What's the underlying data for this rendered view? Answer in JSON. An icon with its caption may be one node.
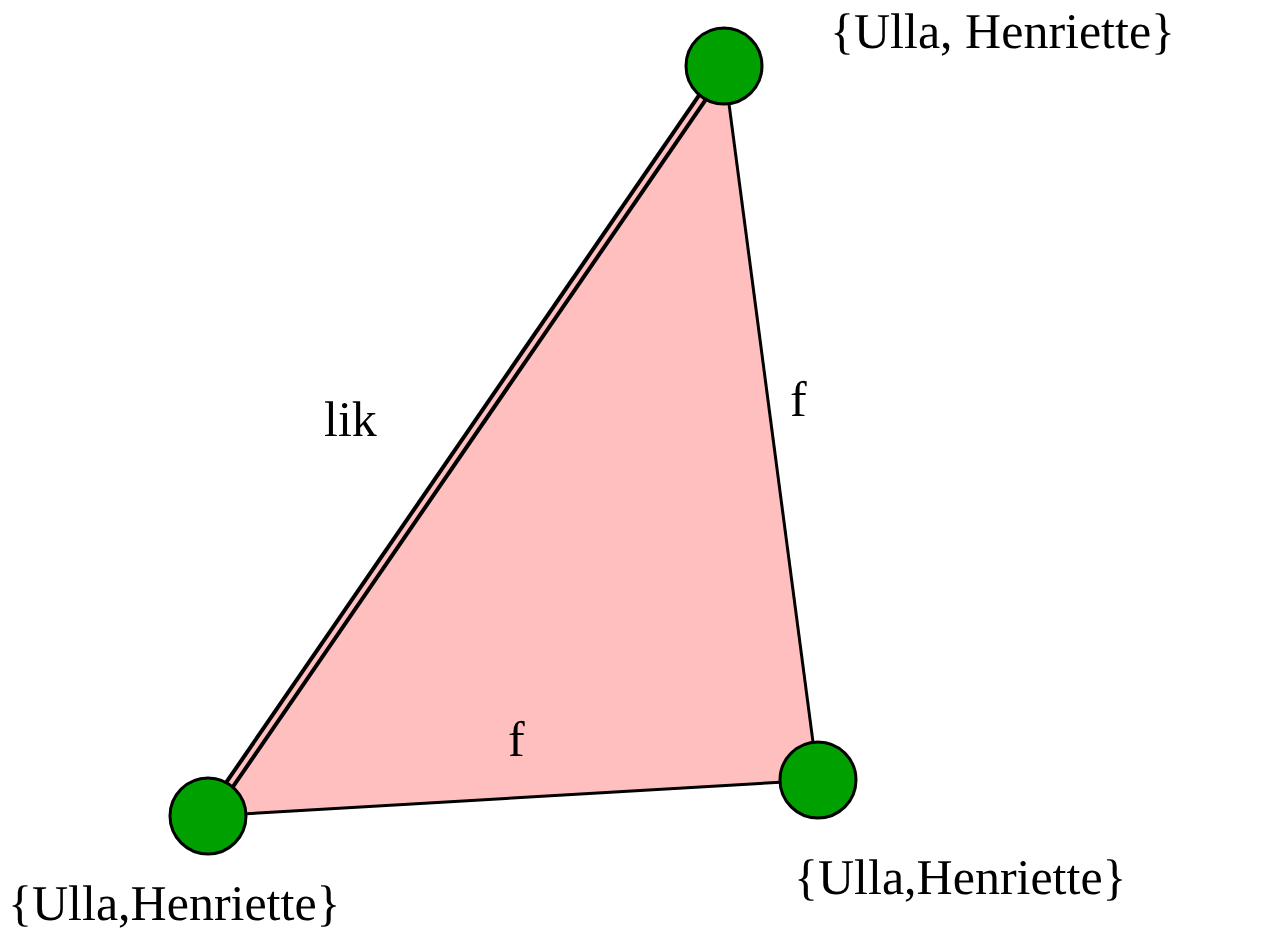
{
  "diagram": {
    "nodes": [
      {
        "text": [],
        "shape": "circle",
        "beside": [
          "{Ulla, Henriette}"
        ]
      },
      {
        "text": [],
        "shape": "circle",
        "beside": [
          "{Ulla,Henriette}"
        ]
      },
      {
        "text": [],
        "shape": "circle",
        "beside": [
          "{Ulla,Henriette}"
        ]
      }
    ],
    "edges": [
      {
        "from": 1,
        "to": 0,
        "arrow": "none",
        "label": "lik",
        "style": "thick"
      },
      {
        "from": 0,
        "to": 2,
        "arrow": "none",
        "label": "f"
      },
      {
        "from": 1,
        "to": 2,
        "arrow": "none",
        "label": "f"
      }
    ]
  }
}
